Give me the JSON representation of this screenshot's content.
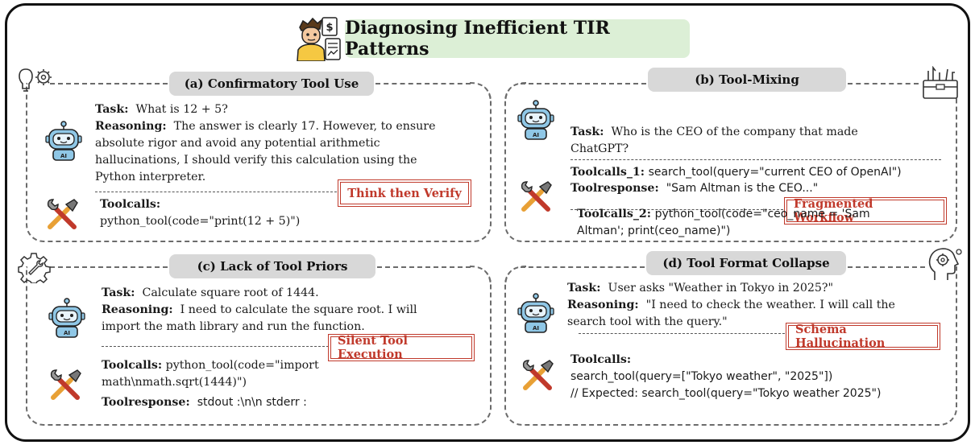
{
  "title": "Diagnosing Inefficient TIR Patterns",
  "colors": {
    "title_bg": "#dcefd6",
    "pill_bg": "#d8d8d8",
    "tag_red": "#c0392b",
    "robot_blue": "#8fc7e6"
  },
  "panels": [
    {
      "id": "a",
      "heading": "(a) Confirmatory Tool Use",
      "corner_icon": "lightbulb-gear-icon",
      "task_label": "Task:",
      "task_text": "What is 12 + 5?",
      "reasoning_label": "Reasoning:",
      "reasoning_line1": "The answer is clearly 17. However, to ensure",
      "reasoning_line2": "absolute rigor and avoid any potential arithmetic",
      "reasoning_line3": "hallucinations, I should verify this calculation using the",
      "reasoning_line4": "Python interpreter.",
      "tag": "Think then Verify",
      "toolcalls_label": "Toolcalls:",
      "toolcalls_text": "python_tool(code=\"print(12 + 5)\")"
    },
    {
      "id": "b",
      "heading": "(b) Tool-Mixing",
      "corner_icon": "toolbox-icon",
      "task_label": "Task:",
      "task_line1": "Who is the CEO of the company that made",
      "task_line2": "ChatGPT?",
      "toolcalls1_label": "Toolcalls_1:",
      "toolcalls1_text": "search_tool(query=\"current CEO of OpenAI\")",
      "toolresponse_label": "Toolresponse:",
      "toolresponse_text": "\"Sam Altman is the CEO...\"",
      "tag": "Fragmented Workflow",
      "toolcalls2_label": "Toolcalls_2:",
      "toolcalls2_line1": "python_tool(code=\"ceo_name = 'Sam",
      "toolcalls2_line2": "Altman'; print(ceo_name)\")"
    },
    {
      "id": "c",
      "heading": "(c) Lack of Tool Priors",
      "corner_icon": "gear-wrench-icon",
      "task_label": "Task:",
      "task_text": "Calculate square root of 1444.",
      "reasoning_label": "Reasoning:",
      "reasoning_line1": "I need to calculate the square root. I will",
      "reasoning_line2": "import the math library and run the function.",
      "tag": "Silent Tool Execution",
      "toolcalls_label": "Toolcalls:",
      "toolcalls_line1": "python_tool(code=\"import",
      "toolcalls_line2": "math\\nmath.sqrt(1444)\")",
      "toolresponse_label": "Toolresponse:",
      "toolresponse_text": "stdout :\\n\\n stderr :"
    },
    {
      "id": "d",
      "heading": "(d) Tool Format Collapse",
      "corner_icon": "head-gears-icon",
      "task_label": "Task:",
      "task_text": "User asks \"Weather in Tokyo in 2025?\"",
      "reasoning_label": "Reasoning:",
      "reasoning_line1": "\"I need to check the weather. I will call the",
      "reasoning_line2": "search tool with the query.\"",
      "tag": "Schema Hallucination",
      "toolcalls_label": "Toolcalls:",
      "toolcalls_line1": "search_tool(query=[\"Tokyo weather\", \"2025\"])",
      "toolcalls_line2": "// Expected: search_tool(query=\"Tokyo weather 2025\")"
    }
  ]
}
